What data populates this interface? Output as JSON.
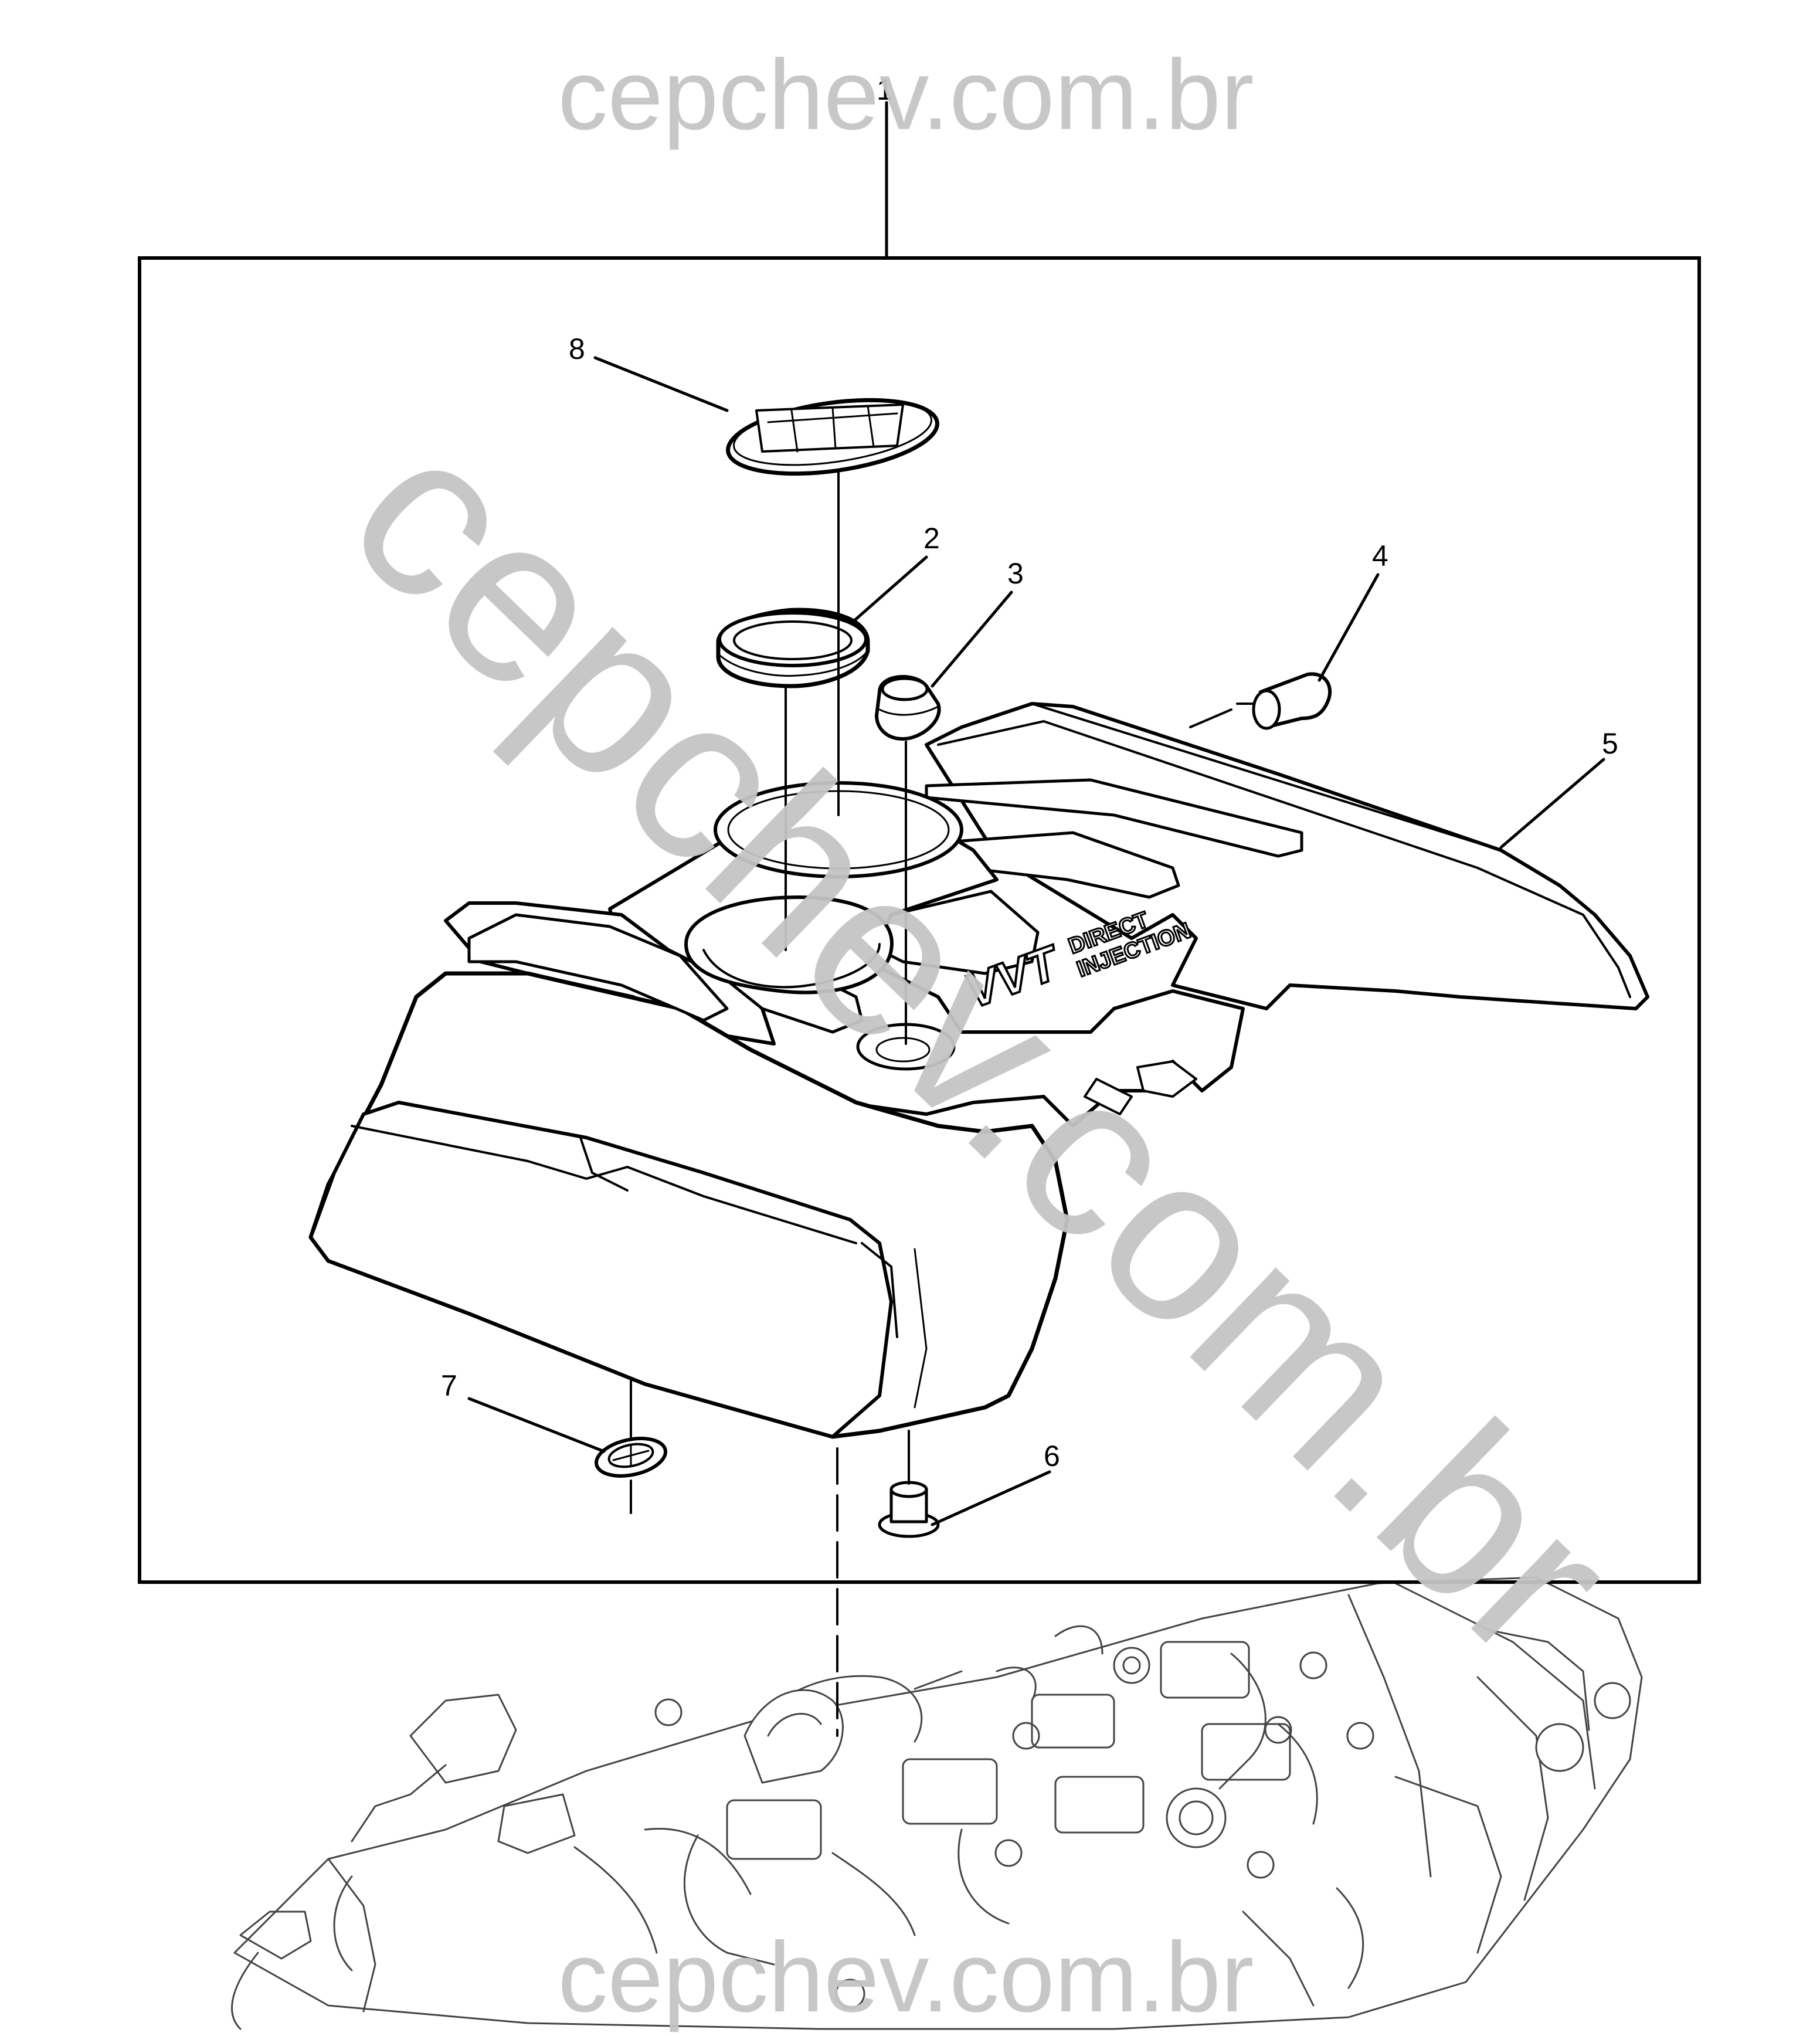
{
  "watermark": {
    "text": "cepchev.com.br",
    "color": "#c4c4c4"
  },
  "diagram": {
    "frame_color": "#000000",
    "callouts": [
      {
        "id": "1",
        "text": "1"
      },
      {
        "id": "2",
        "text": "2"
      },
      {
        "id": "3",
        "text": "3"
      },
      {
        "id": "4",
        "text": "4"
      },
      {
        "id": "5",
        "text": "5"
      },
      {
        "id": "6",
        "text": "6"
      },
      {
        "id": "7",
        "text": "7"
      },
      {
        "id": "8",
        "text": "8"
      }
    ],
    "cover_badge": {
      "line1": "VVT",
      "line2": "DIRECT",
      "line3": "INJECTION"
    }
  }
}
